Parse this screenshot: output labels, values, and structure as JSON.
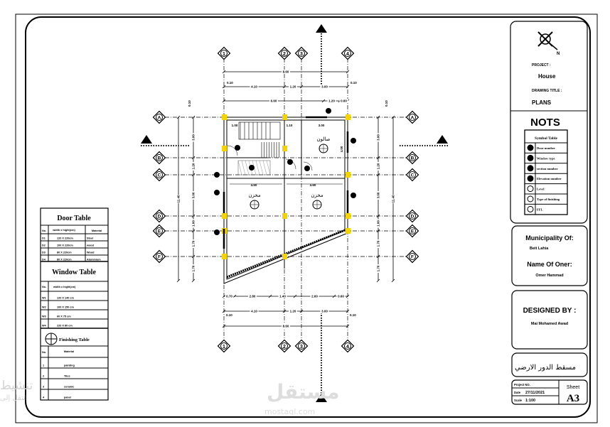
{
  "title_block": {
    "project_label": "PROJECT :",
    "project": "House",
    "drawing_title_label": "DRAWING TITLE :",
    "drawing_title": "PLANS",
    "notes_heading": "NOTS",
    "symbol_table": {
      "title": "Symbol Table",
      "rows": [
        "Door number",
        "Window type",
        "section number",
        "Elevation number",
        "Level",
        "Type of finishing",
        "FFL"
      ]
    },
    "municipality_label": "Municipality Of:",
    "municipality": "Beit Lahia",
    "owner_label": "Name Of Oner:",
    "owner": "Omer Hammad",
    "designed_by_label": "DESIGNED BY :",
    "designer": "Mai Mohamed Awad",
    "arabic_title": "مسقط الدور الارضي",
    "project_no_label": "Project NO.",
    "date_label": "Date",
    "date": "27/11/2021",
    "scale_label": "Scale",
    "scale": "1:100",
    "sheet_label": "Sheet",
    "sheet": "A3"
  },
  "door_table": {
    "title": "Door Table",
    "headers": [
      "No.",
      "width x hight(cm)",
      "Material"
    ],
    "rows": [
      [
        "D1",
        "120 X 220cm",
        "Steel"
      ],
      [
        "D2",
        "100 X 220cm",
        "wood"
      ],
      [
        "D3",
        "80 X 220cm",
        "Wood"
      ],
      [
        "D4",
        "80 X 220cm",
        "Aluminium"
      ]
    ]
  },
  "window_table": {
    "title": "Window Table",
    "headers": [
      "No.",
      "width x hight(cm)"
    ],
    "rows": [
      [
        "W1",
        "120 X 140  cm"
      ],
      [
        "W2",
        "100 X 150  cm"
      ],
      [
        "W3",
        "60 X  75  cm"
      ],
      [
        "W4",
        "220 X  80 cm"
      ]
    ]
  },
  "finishing_table": {
    "title": "Finishing Table",
    "headers": [
      "No.",
      "Material"
    ],
    "rows": [
      [
        "1",
        "painting"
      ],
      [
        "2",
        "Tiles"
      ],
      [
        "3",
        "ceramic"
      ],
      [
        "4",
        "panel"
      ]
    ]
  },
  "plan": {
    "column_axes": [
      "1",
      "2",
      "3",
      "4"
    ],
    "row_axes": [
      "A",
      "B",
      "C",
      "D",
      "E",
      "F"
    ],
    "rooms": [
      "صالون",
      "مخزن",
      "مخزن"
    ],
    "top_dims": {
      "overall": "8.60",
      "row2": [
        "0.10",
        "4.10",
        "1.20",
        "3.00",
        "0.10"
      ],
      "row3": [
        "6.60",
        "1.20",
        "0.60"
      ]
    },
    "bottom_dims": {
      "row1": [
        "0.70",
        "2.80",
        "1.40",
        "2.60",
        "0.60"
      ],
      "row2": [
        "0.10",
        "4.10",
        "1.20",
        "3.00",
        "0.10"
      ],
      "overall": "8.60"
    },
    "left_dims": {
      "overall": "11.40",
      "mid": [
        "0.10",
        "3.00",
        "1.20",
        "3.00",
        "1.00",
        "1.70",
        "1.70"
      ]
    },
    "right_dims": {
      "overall": "11.40",
      "mid": [
        "0.10",
        "3.00",
        "1.20",
        "3.00",
        "1.00",
        "1.70",
        "1.70"
      ]
    },
    "interior_dims": [
      "4.60",
      "4.60",
      "3.00",
      "4.00",
      "1.10",
      "1.00"
    ],
    "accent_color": "#f5d300"
  },
  "watermarks": {
    "brand_ar": "مستقل",
    "brand_url": "mostaql.com",
    "activation_line1": "تنشيط",
    "activation_line2": "انتقل إلى"
  }
}
